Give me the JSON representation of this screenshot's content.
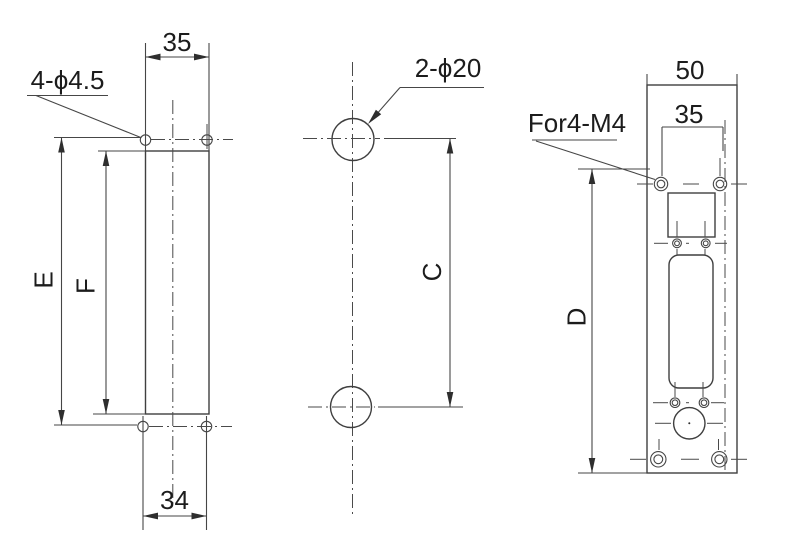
{
  "colors": {
    "background": "#ffffff",
    "line": "#3f3f3f",
    "text": "#1c1c1c"
  },
  "views": {
    "left": {
      "dim_top_width": "35",
      "hole_callout": "4-ϕ4.5",
      "dim_outer_height": "E",
      "dim_inner_height": "F",
      "dim_bottom_width": "34"
    },
    "middle": {
      "hole_callout": "2-ϕ20",
      "dim_center_distance": "C"
    },
    "right": {
      "dim_overall_width": "50",
      "dim_hole_spacing": "35",
      "hole_callout": "For4-M4",
      "dim_overall_height": "D"
    }
  }
}
